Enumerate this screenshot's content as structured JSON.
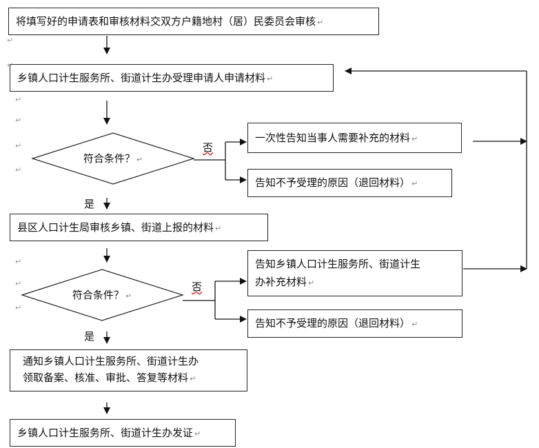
{
  "steps": {
    "step1": "将填写好的申请表和审核材料交双方户籍地村（居）民委员会审核",
    "step2": "乡镇人口计生服务所、街道计生办受理申请人申请材料",
    "step3": "县区人口计生局审核乡镇、街道上报的材料",
    "step4_line1": "通知乡镇人口计生服务所、街道计生办",
    "step4_line2": "领取备案、核准、审批、答复等材料",
    "step5": "乡镇人口计生服务所、街道计生办发证"
  },
  "decision1": {
    "question": "符合条件？",
    "yes": "是",
    "no": "否"
  },
  "decision2": {
    "question": "符合条件？",
    "yes": "是",
    "no": "否"
  },
  "branches": {
    "supplement1": "一次性告知当事人需要补充的材料",
    "reject1": "告知不予受理的原因（退回材料）",
    "supplement2_line1": "告知乡镇人口计生服务所、街道计生",
    "supplement2_line2": "办补充材料",
    "reject2": "告知不予受理的原因（退回材料）"
  },
  "return_mark": "↵",
  "colors": {
    "line": "#111111",
    "border": "#222222",
    "text": "#111111"
  }
}
